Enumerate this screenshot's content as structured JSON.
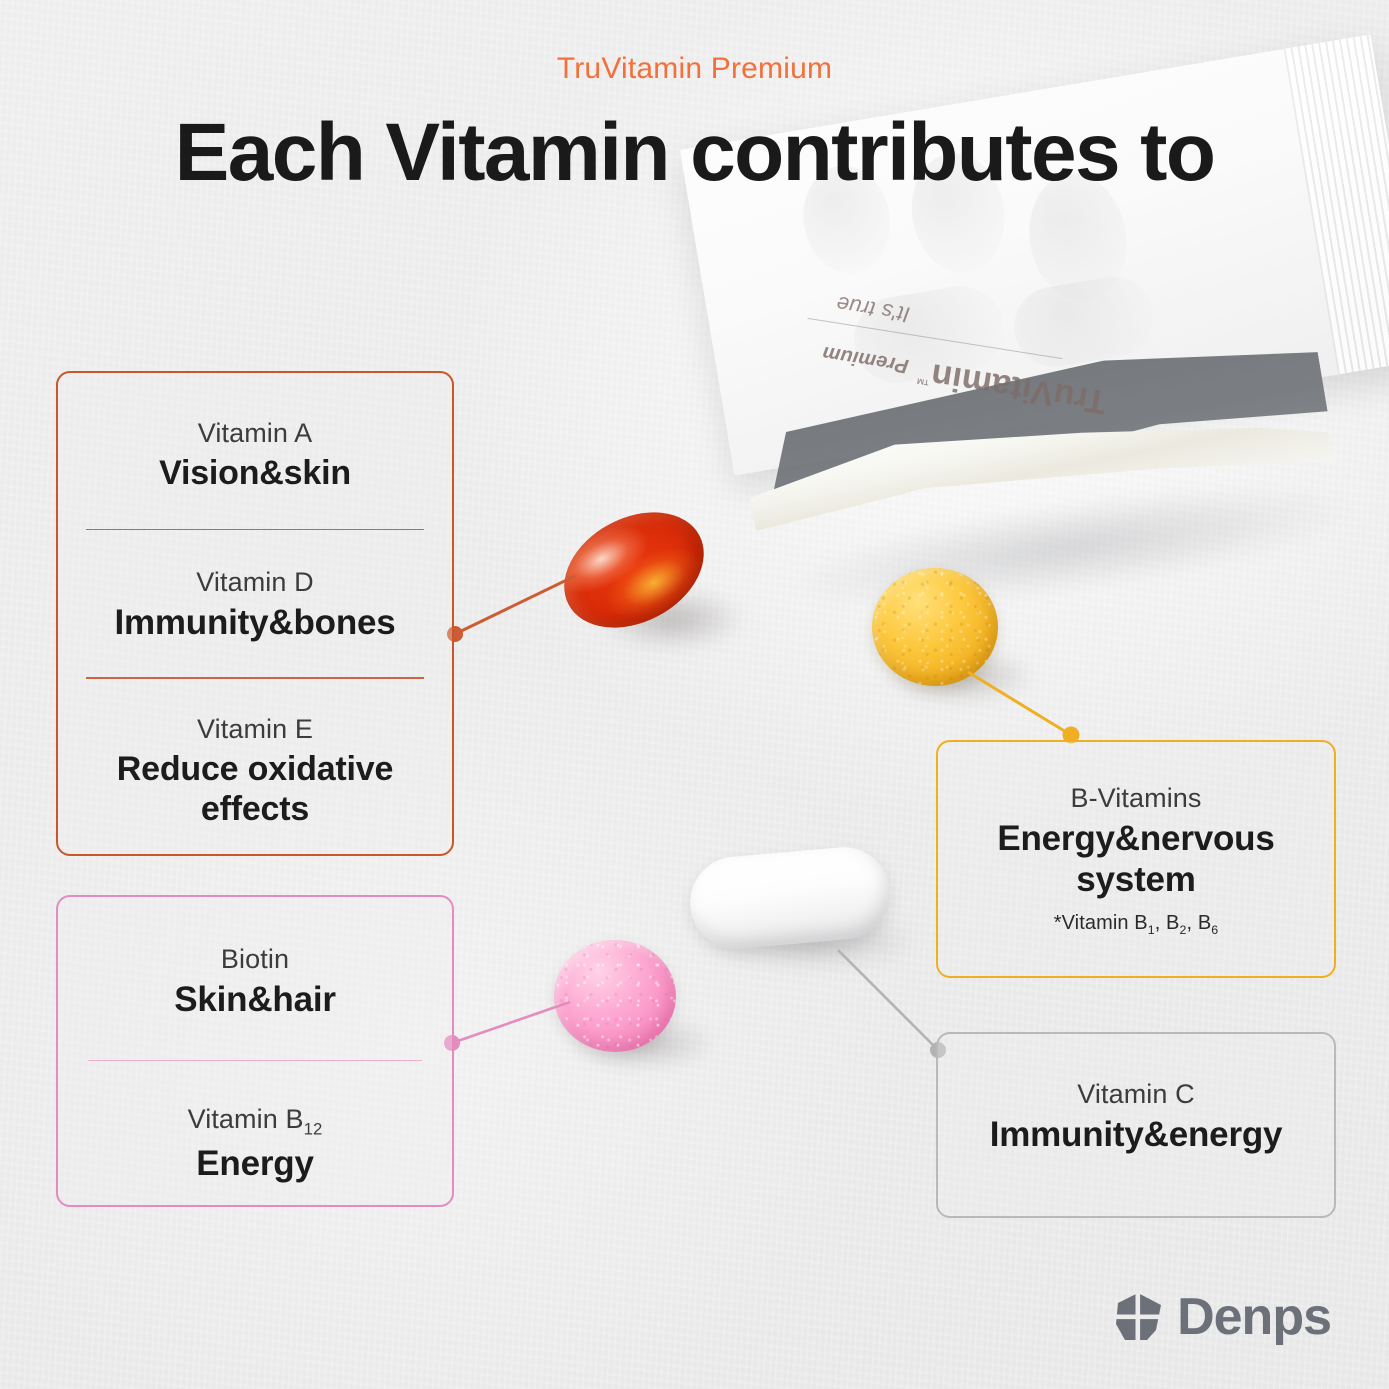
{
  "header": {
    "brand": "TruVitamin Premium",
    "title": "Each Vitamin contributes to"
  },
  "packaging": {
    "tagline": "It's true",
    "brand_name": "TruVitamin",
    "trademark": "™",
    "brand_suffix": "Premium"
  },
  "cards": {
    "orange": {
      "border_color": "#c9572b",
      "sections": [
        {
          "name": "Vitamin A",
          "benefit": "Vision&skin"
        },
        {
          "name": "Vitamin D",
          "benefit": "Immunity&bones"
        },
        {
          "name": "Vitamin E",
          "benefit": "Reduce oxidative effects"
        }
      ]
    },
    "pink": {
      "border_color": "#e48bc0",
      "sections": [
        {
          "name": "Biotin",
          "benefit": "Skin&hair"
        },
        {
          "name": "Vitamin B",
          "name_sub": "12",
          "benefit": "Energy"
        }
      ]
    },
    "yellow": {
      "border_color": "#f0ae23",
      "name": "B-Vitamins",
      "benefit": "Energy&nervous system",
      "note_prefix": "*Vitamin B",
      "note_sub1": "1",
      "note_mid1": ", B",
      "note_sub2": "2",
      "note_mid2": ", B",
      "note_sub3": "6"
    },
    "gray": {
      "border_color": "#b9b9b9",
      "name": "Vitamin C",
      "benefit": "Immunity&energy"
    }
  },
  "pills": [
    {
      "id": "red-softgel",
      "label": "red oval softgel capsule",
      "color": "#d82b08",
      "linked_card": "orange"
    },
    {
      "id": "yellow-tablet",
      "label": "yellow round tablet",
      "color": "#f3b221",
      "linked_card": "yellow"
    },
    {
      "id": "pink-tablet",
      "label": "pink round tablet",
      "color": "#f98cc1",
      "linked_card": "pink"
    },
    {
      "id": "white-caplet",
      "label": "white oblong caplet",
      "color": "#f4f4f4",
      "linked_card": "gray"
    }
  ],
  "footer": {
    "logo_text": "Denps",
    "logo_color": "#6b7079"
  },
  "theme": {
    "background": "#ececec",
    "accent_orange": "#f4703a",
    "title_color": "#1a1a1a"
  }
}
